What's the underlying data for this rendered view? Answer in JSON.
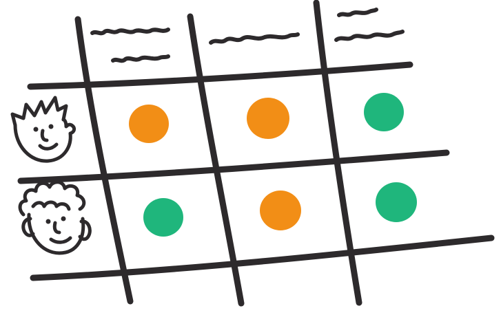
{
  "colors": {
    "ink": "#2d2a2c",
    "orange": "#f28e16",
    "green": "#1fb67c",
    "paper": "#ffffff",
    "skin": "#ffffff"
  },
  "columns": [
    {
      "header": "scribble-two-lines"
    },
    {
      "header": "scribble-one-line"
    },
    {
      "header": "scribble-two-lines-short"
    }
  ],
  "rows": [
    {
      "person": "spiky-hair-face"
    },
    {
      "person": "curly-hair-face"
    }
  ],
  "cells": [
    [
      "orange",
      "orange",
      "green"
    ],
    [
      "green",
      "orange",
      "green"
    ]
  ]
}
